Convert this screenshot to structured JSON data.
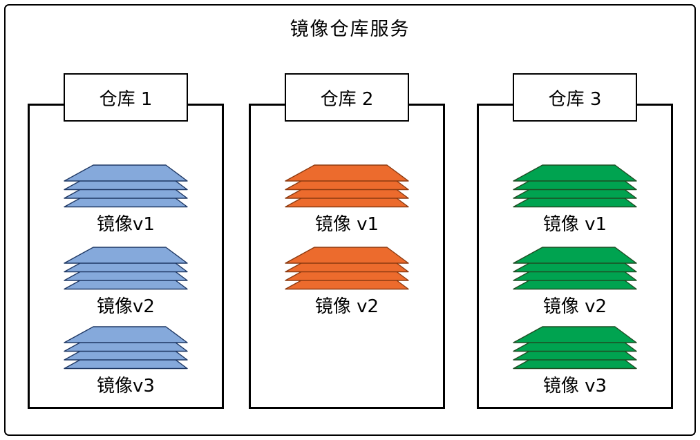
{
  "title": "镜像仓库服务",
  "colors": {
    "outline": "#000000",
    "blue_fill": "#85A9DB",
    "blue_stroke": "#1F3864",
    "orange_fill": "#EC6B2D",
    "orange_stroke": "#8C3A10",
    "green_fill": "#00A350",
    "green_stroke": "#1E4D23"
  },
  "repositories": [
    {
      "label": "仓库 1",
      "color": "blue",
      "images": [
        "镜像v1",
        "镜像v2",
        "镜像v3"
      ]
    },
    {
      "label": "仓库 2",
      "color": "orange",
      "images": [
        "镜像 v1",
        "镜像 v2"
      ]
    },
    {
      "label": "仓库 3",
      "color": "green",
      "images": [
        "镜像 v1",
        "镜像 v2",
        "镜像 v3"
      ]
    }
  ]
}
